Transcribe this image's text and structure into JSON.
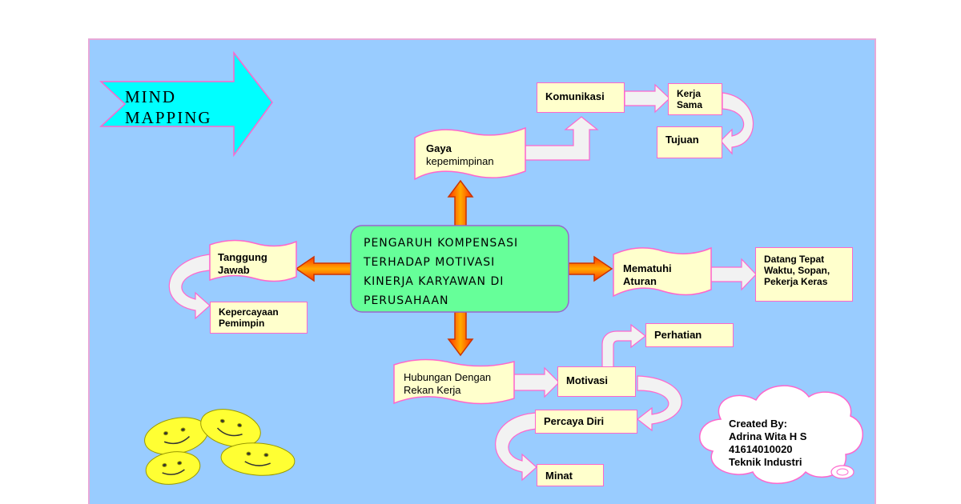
{
  "title": {
    "line1": "MIND",
    "line2": "MAPPING"
  },
  "center": {
    "lines": [
      "PENGARUH KOMPENSASI",
      "TERHADAP MOTIVASI",
      "KINERJA KARYAWAN DI",
      "PERUSAHAAN"
    ]
  },
  "nodes": {
    "gaya": [
      "Gaya",
      "kepemimpinan"
    ],
    "komunikasi": "Komunikasi",
    "kerja_sama": [
      "Kerja",
      "Sama"
    ],
    "tujuan": "Tujuan",
    "tanggung_jawab": [
      "Tanggung",
      "Jawab"
    ],
    "kepercayaan": [
      "Kepercayaan",
      "Pemimpin"
    ],
    "mematuhi": [
      "Mematuhi",
      "Aturan"
    ],
    "datang": [
      "Datang Tepat",
      "Waktu, Sopan,",
      "Pekerja Keras"
    ],
    "hubungan": [
      "Hubungan Dengan",
      "Rekan Kerja"
    ],
    "motivasi": "Motivasi",
    "perhatian": "Perhatian",
    "percaya_diri": "Percaya Diri",
    "minat": "Minat"
  },
  "credit": [
    "Created By:",
    "Adrina Wita H S",
    "41614010020",
    "Teknik Industri"
  ],
  "colors": {
    "background": "#99ccff",
    "node_fill": "#ffffcc",
    "node_border": "#ff66cc",
    "center_fill": "#66ff99",
    "center_border": "#9966cc",
    "arrow_fill": "#ff6600",
    "arrow_border": "#cc3300",
    "title_arrow": "#00ffff",
    "connector": "#f2f2f2",
    "smiley": "#ffff33",
    "cloud": "#ffffff"
  }
}
